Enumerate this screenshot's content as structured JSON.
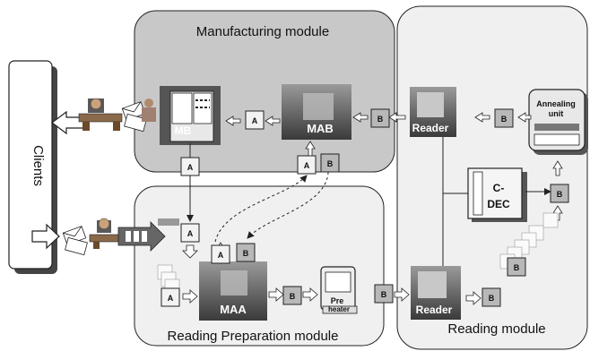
{
  "modules": {
    "manufacturing": "Manufacturing module",
    "reading_prep": "Reading Preparation module",
    "reading": "Reading module"
  },
  "clients_label": "Clients",
  "machines": {
    "mb": "MB",
    "mab": "MAB",
    "maa": "MAA",
    "reader_top": "Reader",
    "reader_bottom": "Reader",
    "annealing_line1": "Annealing",
    "annealing_line2": "unit",
    "cdec_line1": "C-",
    "cdec_line2": "DEC",
    "preheater_line1": "Pre",
    "preheater_line2": "heater"
  },
  "cubes": {
    "a": "A",
    "b": "B"
  },
  "colors": {
    "module_gray": "#c8c8c8",
    "module_light": "#f0f0f0",
    "stroke": "#222222",
    "cube_a": "#f2f2f2",
    "cube_b": "#b8b8b8"
  },
  "icons": [
    "person-at-desk-icon",
    "envelope-icon",
    "arrow-icon",
    "cube-icon",
    "machine-icon",
    "computer-icon"
  ]
}
